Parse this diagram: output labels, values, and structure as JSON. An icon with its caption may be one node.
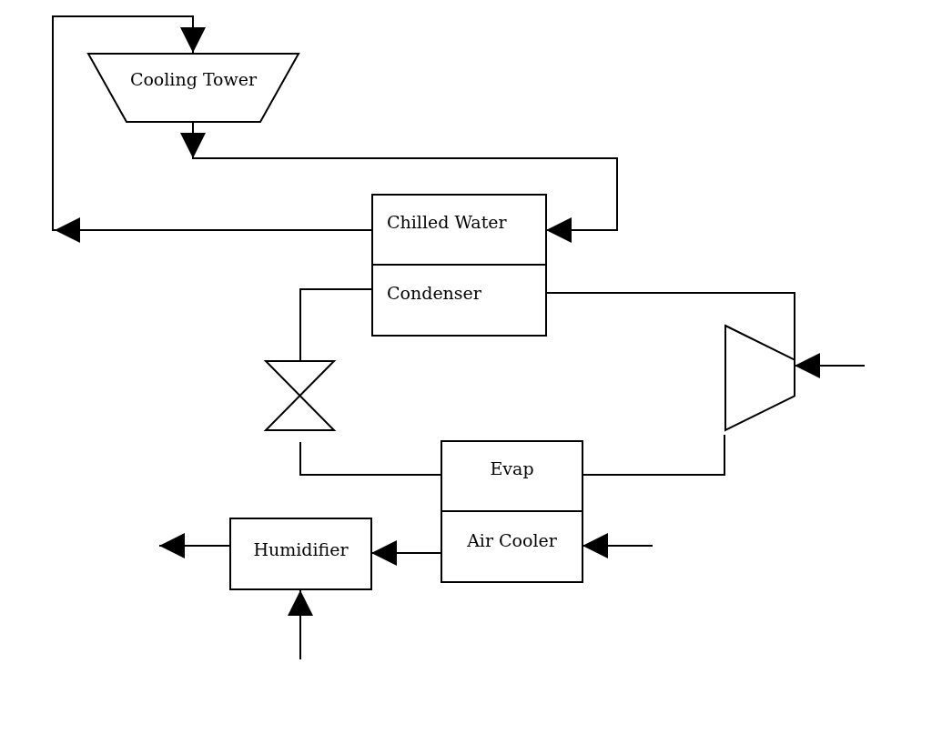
{
  "diagram": {
    "nodes": [
      {
        "text": [
          "Cooling Tower"
        ]
      },
      {
        "text": [
          "Chilled Water"
        ]
      },
      {
        "text": [
          "Condenser"
        ]
      },
      {
        "text": [],
        "shape": "valve"
      },
      {
        "text": [],
        "shape": "trapezoid"
      },
      {
        "text": [
          "Evap"
        ]
      },
      {
        "text": [
          "Air Cooler"
        ]
      },
      {
        "text": [
          "Humidifier"
        ]
      }
    ],
    "edges": [
      {
        "from": 1,
        "to": 0,
        "arrow": "to"
      },
      {
        "from": 0,
        "to": 1,
        "arrow": "to"
      },
      {
        "from": 2,
        "to": 3,
        "arrow": "none"
      },
      {
        "from": 3,
        "to": 5,
        "arrow": "none"
      },
      {
        "from": 5,
        "to": 4,
        "arrow": "none"
      },
      {
        "from": 4,
        "to": 2,
        "arrow": "none"
      },
      {
        "from": null,
        "to": 4,
        "arrow": "to"
      },
      {
        "from": null,
        "to": 6,
        "arrow": "to"
      },
      {
        "from": 6,
        "to": 7,
        "arrow": "to"
      },
      {
        "from": 7,
        "to": null,
        "arrow": "to"
      },
      {
        "from": null,
        "to": 7,
        "arrow": "to"
      }
    ]
  }
}
